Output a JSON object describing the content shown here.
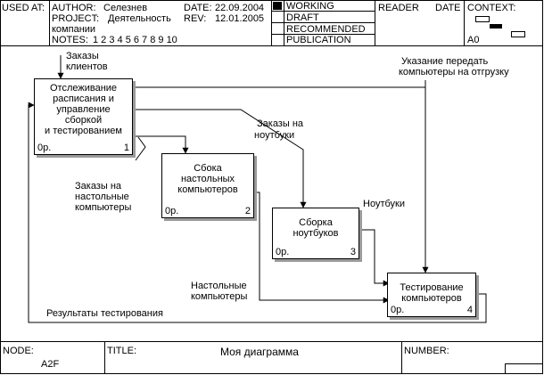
{
  "header": {
    "used_at": "USED AT:",
    "author_label": "AUTHOR:",
    "author_value": "Селезнев",
    "date_label": "DATE:",
    "date_value": "22.09.2004",
    "project_label": "PROJECT:",
    "project_value": "Деятельность",
    "project_value2": "компании",
    "rev_label": "REV:",
    "rev_value": "12.01.2005",
    "notes_label": "NOTES:",
    "notes_value": "1  2  3  4  5  6  7  8  9  10",
    "status": [
      "WORKING",
      "DRAFT",
      "RECOMMENDED",
      "PUBLICATION"
    ],
    "reader_label": "READER",
    "reader_date_label": "DATE",
    "context_label": "CONTEXT:",
    "context_node": "A0"
  },
  "boxes": [
    {
      "id": "1",
      "lines": [
        "Отслеживание",
        "расписания и",
        "управление",
        "сборкой",
        "и тестированием"
      ],
      "cost": "0р.",
      "number": "1"
    },
    {
      "id": "2",
      "lines": [
        "Сбока",
        "настольных",
        "компьютеров"
      ],
      "cost": "0р.",
      "number": "2"
    },
    {
      "id": "3",
      "lines": [
        "Сборка",
        "ноутбуков"
      ],
      "cost": "0р.",
      "number": "3"
    },
    {
      "id": "4",
      "lines": [
        "Тестирование",
        "компьютеров"
      ],
      "cost": "0р.",
      "number": "4"
    }
  ],
  "arrow_labels": {
    "client_orders": [
      "Заказы",
      "клиентов"
    ],
    "ship_instruction": [
      "Указание передать",
      "компьютеры на отгрузку"
    ],
    "laptop_orders": [
      "Заказы на",
      "ноутбуки"
    ],
    "desktop_orders": [
      "Заказы на",
      "настольные",
      "компьютеры"
    ],
    "laptops": [
      "Ноутбуки"
    ],
    "desktops": [
      "Настольные",
      "компьютеры"
    ],
    "test_results": [
      "Результаты тестирования"
    ]
  },
  "footer": {
    "node_label": "NODE:",
    "node_value": "A2F",
    "title_label": "TITLE:",
    "title_value": "Моя диаграмма",
    "number_label": "NUMBER:"
  }
}
